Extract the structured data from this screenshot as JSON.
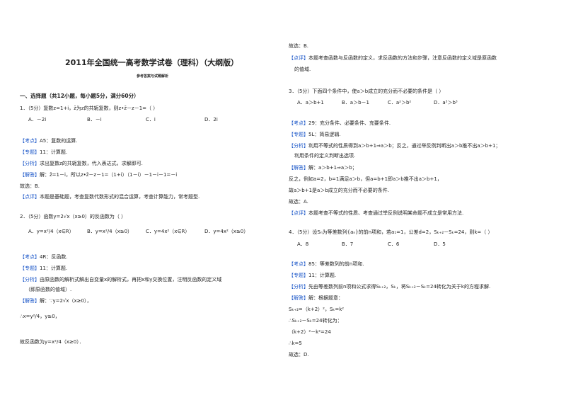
{
  "title": "2011年全国统一高考数学试卷（理科）（大纲版）",
  "subtitle": "参考答案与试题解析",
  "section1": "一、选择题（共12小题，每小题5分，满分60分）",
  "tags": {
    "kaodian": "【考点】",
    "zhuanti": "【专题】",
    "fenxi": "【分析】",
    "jieda": "【解答】",
    "dianping": "【点评】"
  },
  "q1": {
    "stem": "1．（5分）复数z=1+i，z̄为z的共轭复数，则z•z̄－z－1=（   ）",
    "options": [
      "A．－2i",
      "B．－i",
      "C．i",
      "D．2i"
    ],
    "kaodian": "A5：复数的运算.",
    "zhuanti": "11：计算题.",
    "fenxi": "求出复数z的共轭复数，代入表达式，求解即可.",
    "jieda": "解：z̄=1－i，所以z•z̄－z－1=（1+i）（1－i）－1－i－1=－i",
    "guxuan": "故选：B.",
    "dianping": "本题是基础题，考查复数代数形式的混合运算，考查计算能力，常考题型."
  },
  "q2": {
    "stem": "2．（5分）函数y=2√x（x≥0）的反函数为（     ）",
    "optA": "A．y=x²/4（x∈R）",
    "optB": "B．y=x²/4（x≥0）",
    "optC": "C．y=4x²（x∈R）",
    "optD": "D．y=4x²（x≥0）",
    "kaodian": "4R：反函数.",
    "zhuanti": "11：计算题.",
    "fenxi1": "由原函数的解析式解出自变量x的解析式，再把x和y交换位置，注明反函数的定义域",
    "fenxi2": "（即原函数的值域）.",
    "jieda": "解：∵y=2√x（x≥0），",
    "step2": "∴x=y²/4，y≥0，",
    "step3": "故反函数为y=x²/4（x≥0）．"
  },
  "right_top": {
    "guxuan": "故选：B.",
    "dianping1": "本题考查函数与反函数的定义，求反函数的方法和步骤，注意反函数的定义域是原函数",
    "dianping2": "的值域."
  },
  "q3": {
    "stem": "3．（5分）下面四个条件中，使a＞b成立的充分而不必要的条件是（      ）",
    "options": [
      "A．a＞b+1",
      "B．a＞b－1",
      "C．a²＞b²",
      "D．a³＞b³"
    ],
    "kaodian": "29：充分条件、必要条件、充要条件.",
    "zhuanti": "5L：简易逻辑.",
    "fenxi1": "利用不等式的性质得到a＞b+1⇒a＞b；反之，通过举反例判断出a＞b推不出a＞b+1；",
    "fenxi2": "利用条件的定义判断出选项.",
    "jieda": "解：a＞b+1⇒a＞b；",
    "l2": "反之，例如a=2，b=1满足a＞b，但a=b+1即a＞b推不出a＞b+1，",
    "l3": "故a＞b+1是a＞b成立的充分而不必要的条件.",
    "guxuan": "故选：A.",
    "dianping": "本题考查不等式的性质、考查通过举反例说明某命题不成立是常用方法."
  },
  "q4": {
    "stem": "4．（5分）设Sₙ为等差数列{aₙ}的前n项和，若a₁=1，公差d=2，Sₖ₊₂－Sₖ=24，则k=（     ）",
    "options": [
      "A．8",
      "B．7",
      "C．6",
      "D．5"
    ],
    "kaodian": "85：等差数列的前n项和.",
    "zhuanti": "11：计算题.",
    "fenxi": "先由等差数列前n项和公式求得Sₖ₊₂，Sₖ，将Sₖ₊₂－Sₖ=24转化为关于k的方程求解.",
    "jieda": "解：根据题意：",
    "l2": "Sₖ₊₂=（k+2）²，Sₖ=k²",
    "l3": "∴Sₖ₊₂－Sₖ=24转化为：",
    "l4": "（k+2）²－k²=24",
    "l5": "∴k=5",
    "guxuan": "故选：D."
  }
}
